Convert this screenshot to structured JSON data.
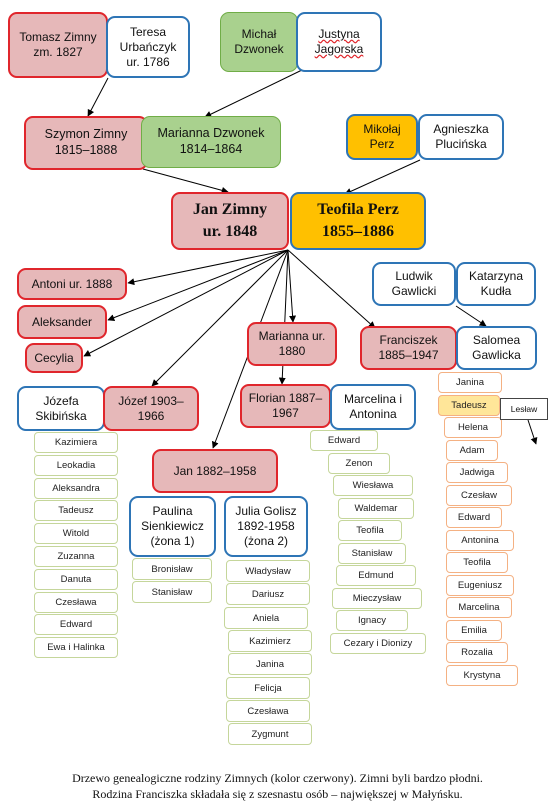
{
  "generation1": {
    "tomasz": "Tomasz Zimny zm. 1827",
    "teresa": "Teresa Urbańczyk ur. 1786",
    "michal": "Michał Dzwonek",
    "justyna": "Justyna Jagorska"
  },
  "generation2": {
    "szymon": "Szymon Zimny 1815–1888",
    "marianna": "Marianna Dzwonek 1814–1864",
    "mikolaj": "Mikołaj Perz",
    "agnieszka": "Agnieszka Plucińska"
  },
  "main_couple": {
    "jan_line1": "Jan Zimny",
    "jan_line2": "ur. 1848",
    "teofila_line1": "Teofila Perz",
    "teofila_line2": "1855–1886"
  },
  "children": {
    "antoni": "Antoni ur. 1888",
    "aleksander": "Aleksander",
    "cecylia": "Cecylia",
    "jozef": "Józef 1903–1966",
    "jozefa": "Józefa Skibińska",
    "marianna": "Marianna ur. 1880",
    "florian": "Florian 1887–1967",
    "marcelina": "Marcelina i Antonina",
    "franciszek": "Franciszek 1885–1947",
    "jan": "Jan 1882–1958",
    "paulina": "Paulina Sienkiewicz (żona 1)",
    "julia": "Julia Golisz 1892-1958 (żona 2)"
  },
  "in_laws": {
    "ludwik": "Ludwik Gawlicki",
    "katarzyna": "Katarzyna Kudła",
    "salomea": "Salomea Gawlicka"
  },
  "jozef_children": [
    "Kazimiera",
    "Leokadia",
    "Aleksandra",
    "Tadeusz",
    "Witold",
    "Zuzanna",
    "Danuta",
    "Czesława",
    "Edward",
    "Ewa i Halinka"
  ],
  "jan_paulina_children": [
    "Bronisław",
    "Stanisław"
  ],
  "jan_julia_children": [
    "Władysław",
    "Dariusz",
    "Aniela",
    "Kazimierz",
    "Janina",
    "Felicja",
    "Czesława",
    "Zygmunt"
  ],
  "florian_children": [
    "Edward",
    "Zenon",
    "Wiesława",
    "Waldemar",
    "Teofila",
    "Stanisław",
    "Edmund",
    "Mieczysław",
    "Ignacy",
    "Cezary i Dionizy"
  ],
  "franciszek_children": [
    "Janina",
    "Tadeusz",
    "Helena",
    "Adam",
    "Jadwiga",
    "Czesław",
    "Edward",
    "Antonina",
    "Teofila",
    "Eugeniusz",
    "Marcelina",
    "Emilia",
    "Rozalia",
    "Krystyna"
  ],
  "grandchild_note": "Lesław",
  "caption": {
    "line1": "Drzewo genealogiczne rodziny Zimnych (kolor czerwony). Zimni byli bardzo płodni.",
    "line2": "Rodzina Franciszka składała się z szesnastu osób – największej w Małyńsku."
  },
  "colors": {
    "zimny_red": "#e6b8b9",
    "border_red": "#e0262c",
    "dzwonek_green": "#a9d18e",
    "perz_gold": "#ffc000",
    "spouse_blue": "#2e75b6"
  }
}
